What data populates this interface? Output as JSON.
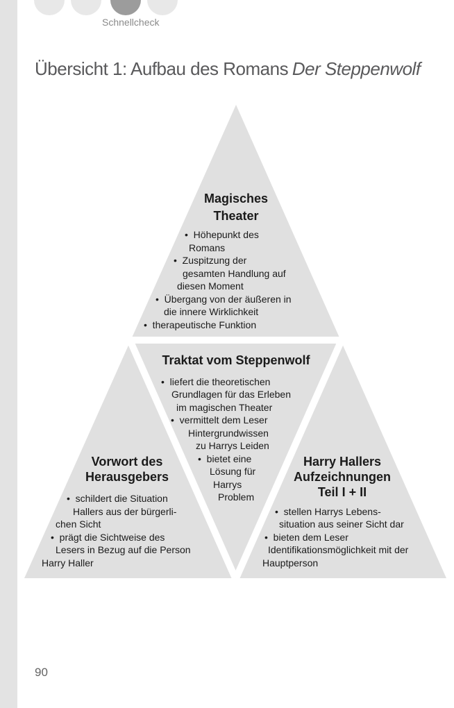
{
  "header": {
    "label": "Schnellcheck",
    "dot_count": 4,
    "active_dot_index": 2
  },
  "title": {
    "text": "Übersicht 1: Aufbau des Romans",
    "emphasis": "Der Steppenwolf"
  },
  "diagram": {
    "sections": [
      {
        "id": "magisches-theater",
        "heading_lines": [
          "Magisches",
          "Theater"
        ],
        "lines": [
          "•  Höhepunkt des",
          "Romans",
          "•  Zuspitzung der",
          "gesamten Handlung auf",
          "diesen Moment",
          "•  Übergang von der äußeren in",
          "die innere Wirklichkeit",
          "•  therapeutische Funktion"
        ]
      },
      {
        "id": "traktat-vom-steppenwolf",
        "heading_lines": [
          "Traktat vom Steppenwolf"
        ],
        "lines": [
          "•  liefert die theoretischen",
          "Grundlagen für das Erleben",
          "im magischen Theater",
          "•  vermittelt dem Leser",
          "Hintergrundwissen",
          "zu Harrys Leiden",
          "•  bietet eine",
          "Lösung für",
          "Harrys",
          "Problem"
        ]
      },
      {
        "id": "vorwort-des-herausgebers",
        "heading_lines": [
          "Vorwort des",
          "Herausgebers"
        ],
        "lines": [
          "•  schildert die Situation",
          "Hallers aus der bürgerli-",
          "chen Sicht",
          "•  prägt die Sichtweise des",
          "Lesers in Bezug auf die Person",
          "Harry Haller"
        ]
      },
      {
        "id": "harry-hallers-aufzeichnungen",
        "heading_lines": [
          "Harry Hallers",
          "Aufzeichnungen",
          "Teil I + II"
        ],
        "lines": [
          "•  stellen Harrys Lebens-",
          "situation aus seiner Sicht dar",
          "•  bieten dem Leser",
          "Identifikationsmöglichkeit mit der",
          "Hauptperson"
        ]
      }
    ]
  },
  "footer": {
    "page_number": "90"
  },
  "colors": {
    "shape_fill": "#e0e0e0",
    "light_dot": "#e8e8e8",
    "dark_dot": "#9c9c9c",
    "left_strip": "#e3e3e3",
    "title_text": "#59595b",
    "body_text": "#1a1a1a",
    "muted_text": "#8a8a8a"
  }
}
